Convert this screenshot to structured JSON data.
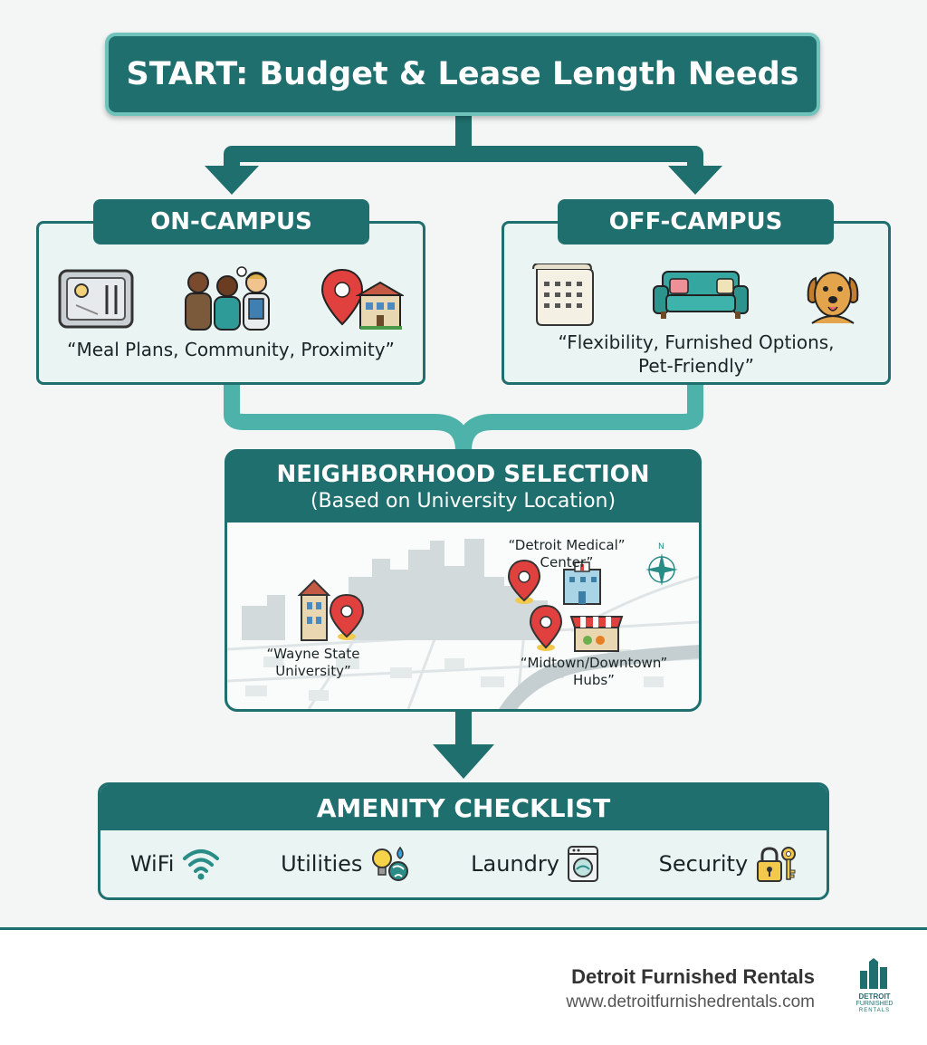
{
  "title": "START: Budget & Lease Length Needs",
  "on_campus": {
    "heading": "ON-CAMPUS",
    "quote": "“Meal Plans, Community, Proximity”",
    "icons": [
      "meal-tray-icon",
      "students-icon",
      "campus-pin-icon"
    ]
  },
  "off_campus": {
    "heading": "OFF-CAMPUS",
    "quote_line1": "“Flexibility, Furnished Options,",
    "quote_line2": "Pet-Friendly”",
    "icons": [
      "calendar-lease-icon",
      "sofa-icon",
      "dog-icon"
    ]
  },
  "neighborhood": {
    "heading": "NEIGHBORHOOD SELECTION",
    "subheading": "(Based on University Location)",
    "labels": {
      "wayne_line1": "“Wayne State",
      "wayne_line2": "University”",
      "dmc_line1": "“Detroit Medical”",
      "dmc_line2": "Center”",
      "midtown_line1": "“Midtown/Downtown”",
      "midtown_line2": "Hubs”"
    },
    "compass_letter": "N"
  },
  "amenities": {
    "heading": "AMENITY CHECKLIST",
    "items": [
      {
        "label": "WiFi",
        "icon": "wifi-icon"
      },
      {
        "label": "Utilities",
        "icon": "utilities-icon"
      },
      {
        "label": "Laundry",
        "icon": "washing-machine-icon"
      },
      {
        "label": "Security",
        "icon": "lock-key-icon"
      }
    ]
  },
  "footer": {
    "brand": "Detroit Furnished Rentals",
    "url": "www.detroitfurnishedrentals.com",
    "logo_text_1": "DETROIT",
    "logo_text_2": "FURNISHED",
    "logo_text_3": "RENTALS"
  },
  "colors": {
    "teal": "#1f6f6e",
    "teal_light": "#6fc3bb",
    "panel_bg": "#e9f4f3",
    "pin_red": "#e0403e"
  }
}
